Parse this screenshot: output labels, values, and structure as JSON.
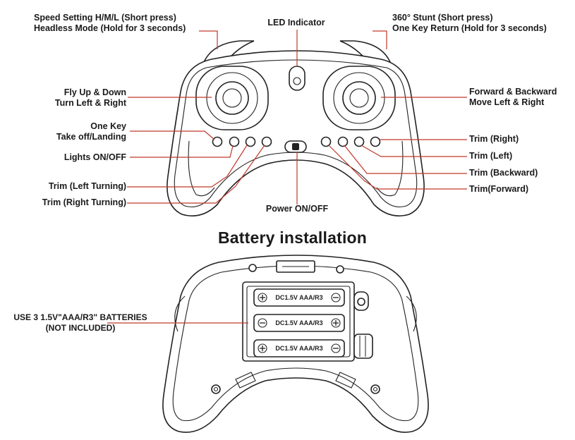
{
  "top_labels": {
    "speed_line1": "Speed Setting H/M/L (Short press)",
    "speed_line2": "Headless Mode (Hold for 3 seconds)",
    "led": "LED Indicator",
    "stunt_line1": "360° Stunt (Short press)",
    "stunt_line2": "One Key Return (Hold for 3 seconds)"
  },
  "left_labels": {
    "fly_line1": "Fly Up & Down",
    "fly_line2": "Turn Left & Right",
    "onekey_line1": "One Key",
    "onekey_line2": "Take off/Landing",
    "lights": "Lights ON/OFF",
    "trim_left_turning": "Trim (Left Turning)",
    "trim_right_turning": "Trim (Right Turning)"
  },
  "right_labels": {
    "fb_line1": "Forward & Backward",
    "fb_line2": "Move Left & Right",
    "trim_right": "Trim (Right)",
    "trim_left": "Trim (Left)",
    "trim_backward": "Trim (Backward)",
    "trim_forward": "Trim(Forward)"
  },
  "power": "Power ON/OFF",
  "battery_section": {
    "title": "Battery installation",
    "note_line1": "USE 3 1.5V\"AAA/R3\" BATTERIES",
    "note_line2": "(NOT INCLUDED)",
    "cell_label": "DC1.5V AAA/R3"
  },
  "colors": {
    "leader_line": "#c0392b",
    "outline": "#222222"
  }
}
